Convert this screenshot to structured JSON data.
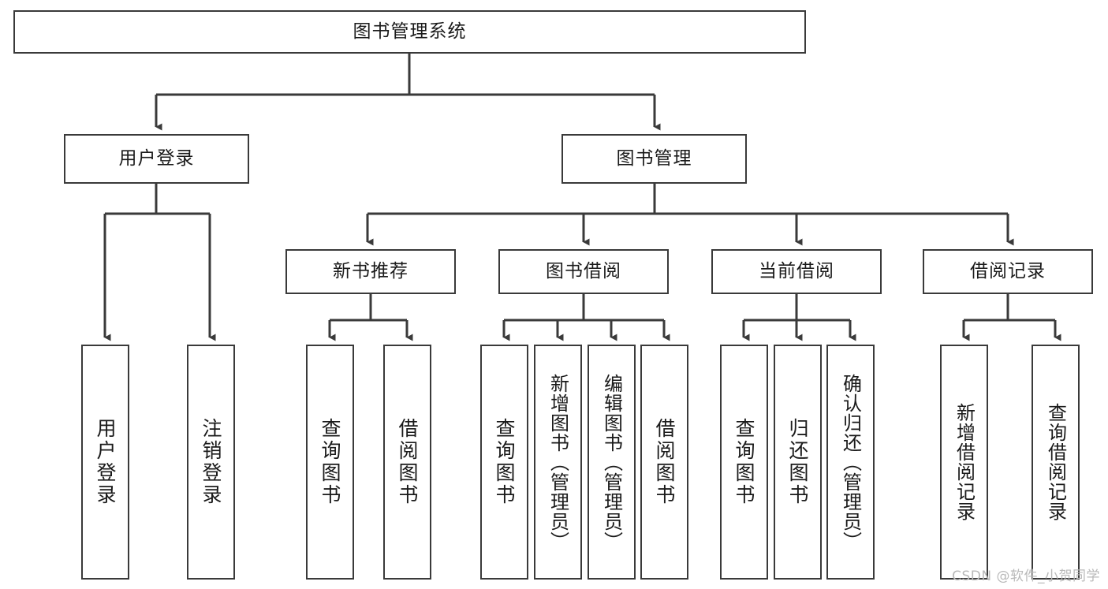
{
  "diagram": {
    "type": "tree",
    "title": "图书管理系统",
    "watermark": "CSDN @软件_小贺同学",
    "colors": {
      "box_border": "#3a3a3a",
      "box_fill": "#ffffff",
      "connector": "#3a3a3a",
      "text": "#1a1a1a",
      "watermark": "#b9b9b9",
      "background": "#ffffff"
    },
    "root": {
      "label": "图书管理系统"
    },
    "level2": [
      {
        "label": "用户登录"
      },
      {
        "label": "图书管理"
      }
    ],
    "level3": [
      {
        "label": "新书推荐"
      },
      {
        "label": "图书借阅"
      },
      {
        "label": "当前借阅"
      },
      {
        "label": "借阅记录"
      }
    ],
    "leaves": {
      "user_login": [
        {
          "label": "用户登录"
        },
        {
          "label": "注销登录"
        }
      ],
      "new_book_recommend": [
        {
          "label": "查询图书"
        },
        {
          "label": "借阅图书"
        }
      ],
      "book_borrow": [
        {
          "label": "查询图书"
        },
        {
          "label": "新增图书（管理员）"
        },
        {
          "label": "编辑图书（管理员）"
        },
        {
          "label": "借阅图书"
        }
      ],
      "current_borrow": [
        {
          "label": "查询图书"
        },
        {
          "label": "归还图书"
        },
        {
          "label": "确认归还（管理员）"
        }
      ],
      "borrow_record": [
        {
          "label": "新增借阅记录"
        },
        {
          "label": "查询借阅记录"
        }
      ]
    }
  }
}
